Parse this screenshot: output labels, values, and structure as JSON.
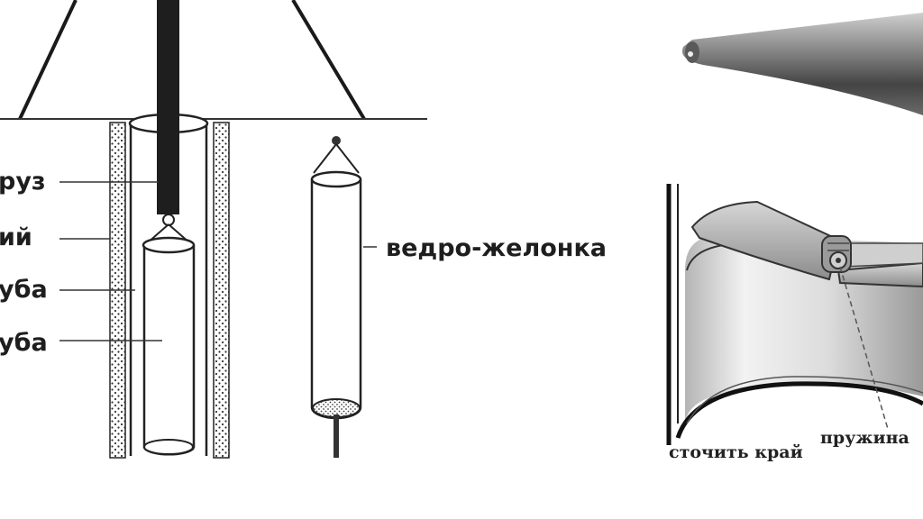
{
  "diagram": {
    "left": {
      "labels": [
        {
          "id": "weight",
          "text": "руз"
        },
        {
          "id": "casing",
          "text": "ий"
        },
        {
          "id": "outer-pipe",
          "text": "уба"
        },
        {
          "id": "inner-pipe",
          "text": "уба"
        }
      ],
      "bailer_label": "ведро-желонка"
    },
    "right": {
      "labels": [
        {
          "id": "sharpen-edge",
          "text": "сточить край"
        },
        {
          "id": "spring",
          "text": "пружина"
        }
      ]
    }
  }
}
